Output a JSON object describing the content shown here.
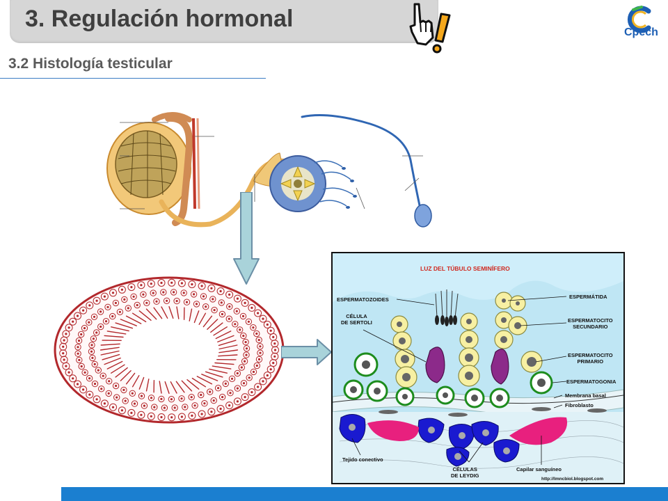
{
  "header": {
    "title": "3. Regulación hormonal",
    "subtitle": "3.2 Histología testicular",
    "logo_text": "Cpech"
  },
  "colors": {
    "title_bar": "#d6d6d6",
    "accent_blue": "#1b7fd0",
    "tubule_red": "#b2282c",
    "histo_bg": "#bfe6f4",
    "arrow_fill": "#a9d3da"
  },
  "icons": {
    "hand": "pointing-hand-icon",
    "logo": "cpech-logo-icon",
    "arrow_down": "arrow-down-icon",
    "arrow_right": "arrow-right-icon"
  },
  "histology": {
    "title": "LUZ DEL TÚBULO SEMINÍFERO",
    "labels": {
      "espermatozoides": "ESPERMATOZOIDES",
      "sertoli": "CÉLULA\nDE SERTOLI",
      "espermatida": "ESPERMÁTIDA",
      "espermatocito_secundario": "ESPERMATOCITO\nSECUNDARIO",
      "espermatocito_primario": "ESPERMATOCITO\nPRIMARIO",
      "espermatogonia": "ESPERMATOGONIA",
      "membrana_basal": "Membrana basal",
      "fibroblasto": "Fibroblasto",
      "tejido_conectivo": "Tejido conectivo",
      "leydig": "CÉLULAS\nDE LEYDIG",
      "capilar": "Capilar sanguíneo"
    },
    "url": "http://lmncbiol.blogspot.com"
  }
}
